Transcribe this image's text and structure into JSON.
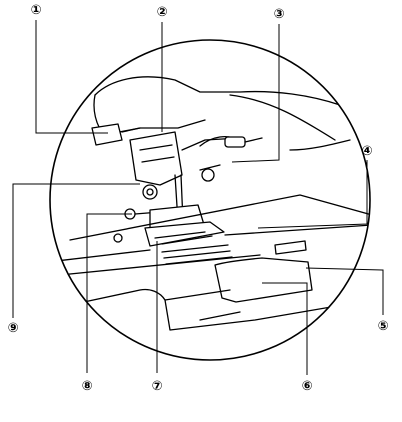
{
  "figure": {
    "callouts": [
      {
        "id": "1",
        "label": "①"
      },
      {
        "id": "2",
        "label": "②"
      },
      {
        "id": "3",
        "label": "③"
      },
      {
        "id": "4",
        "label": "④"
      },
      {
        "id": "5",
        "label": "⑤"
      },
      {
        "id": "6",
        "label": "⑥"
      },
      {
        "id": "7",
        "label": "⑦"
      },
      {
        "id": "8",
        "label": "⑧"
      },
      {
        "id": "9",
        "label": "⑨"
      }
    ]
  }
}
